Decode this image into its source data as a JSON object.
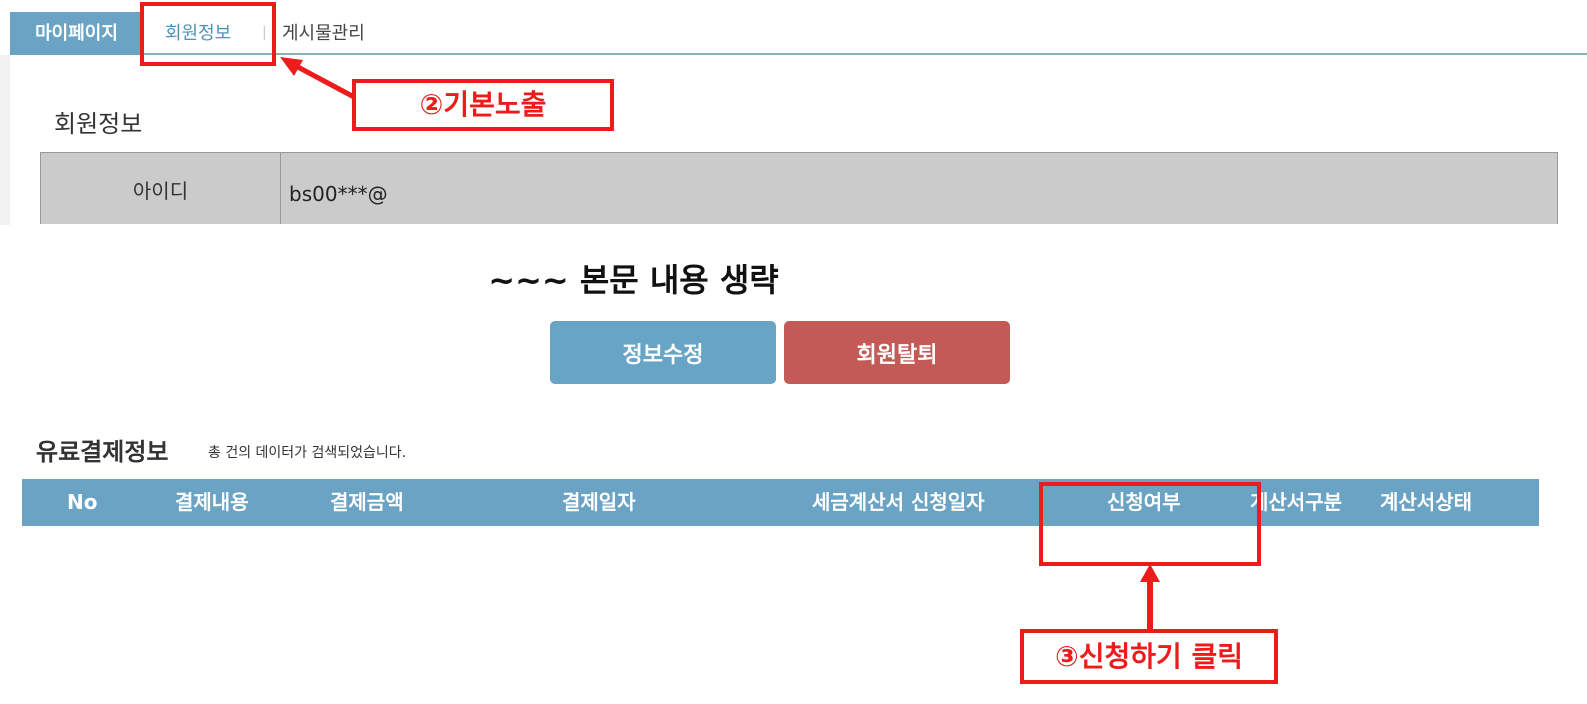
{
  "tabs": {
    "mypage": "마이페이지",
    "member_info": "회원정보",
    "separator": "|",
    "post_management": "게시물관리"
  },
  "member_section": {
    "title": "회원정보",
    "id_label": "아이디",
    "id_value": "bs00***@"
  },
  "omitted_notice": "~~~ 본문 내용 생략",
  "buttons": {
    "edit": "정보수정",
    "withdraw": "회원탈퇴"
  },
  "payment": {
    "title": "유료결제정보",
    "summary": "총 건의 데이터가 검색되었습니다.",
    "columns": [
      "No",
      "결제내용",
      "결제금액",
      "결제일자",
      "세금계산서 신청일자",
      "신청여부",
      "계산서구분",
      "계산서상태"
    ]
  },
  "annotations": {
    "step2": "②기본노출",
    "step3": "③신청하기 클릭"
  },
  "colors": {
    "accent": "#6aa3c3",
    "danger": "#c35a56",
    "annotation": "#ee1b1b"
  }
}
